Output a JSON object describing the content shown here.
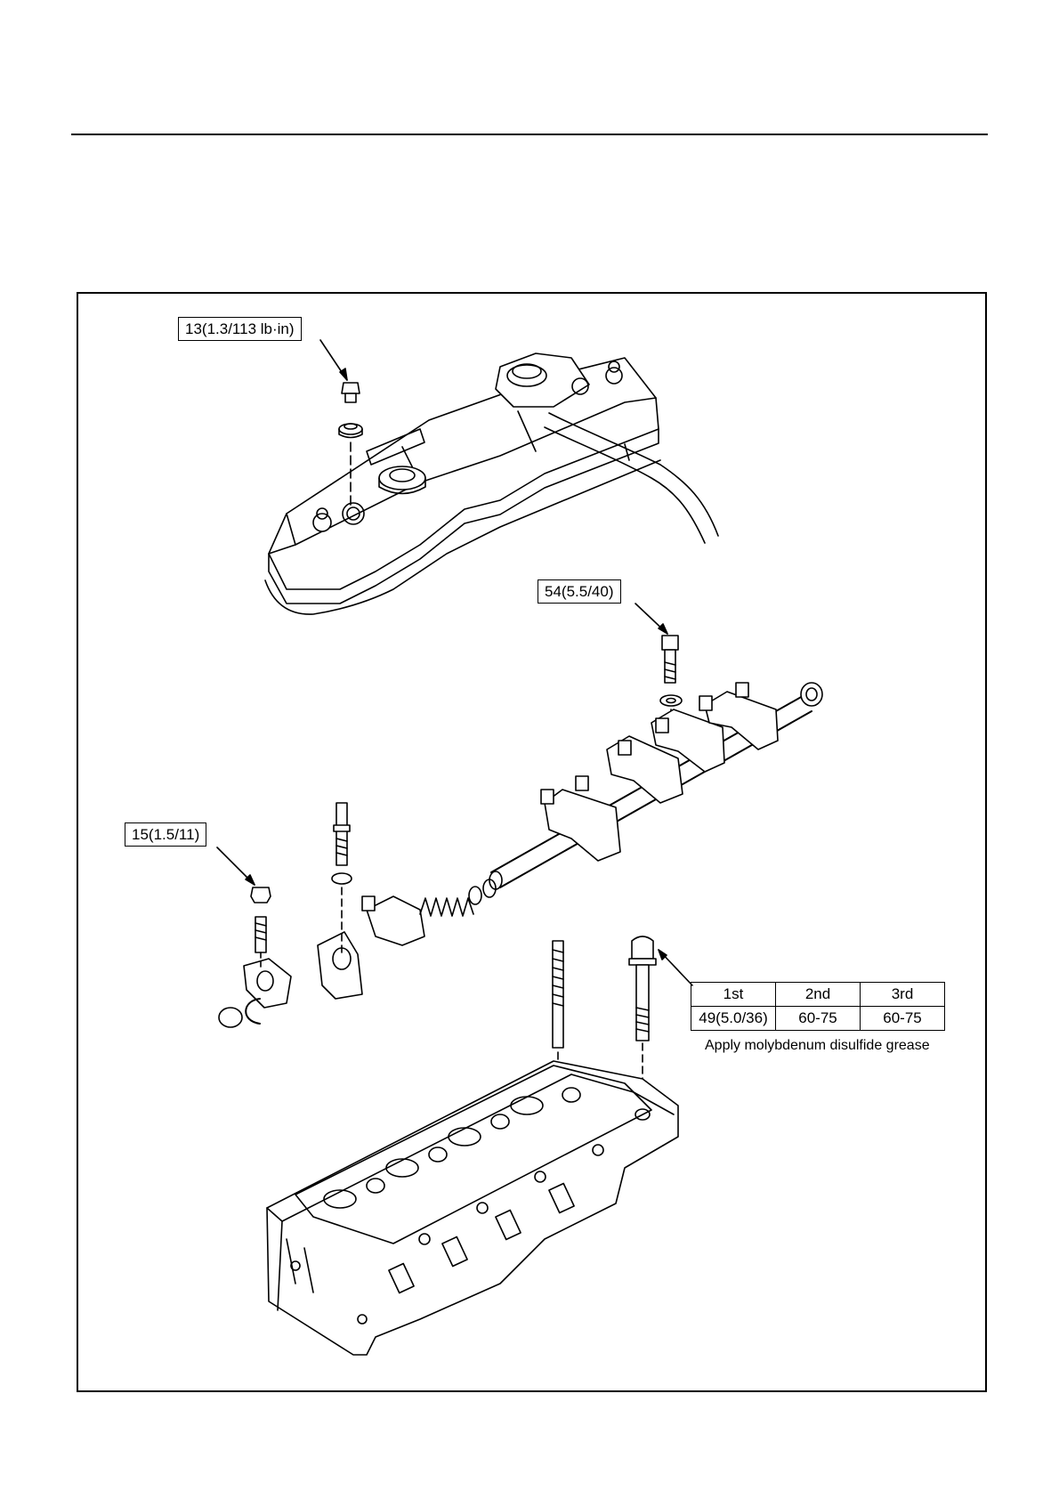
{
  "figure": {
    "callouts": {
      "cover_bolt": "13(1.3/113 lb·in)",
      "shaft_bolt": "54(5.5/40)",
      "bracket_nut": "15(1.5/11)"
    },
    "torque_table": {
      "headers": [
        "1st",
        "2nd",
        "3rd"
      ],
      "values": [
        "49(5.0/36)",
        "60-75",
        "60-75"
      ],
      "note": "Apply molybdenum disulfide grease"
    }
  }
}
